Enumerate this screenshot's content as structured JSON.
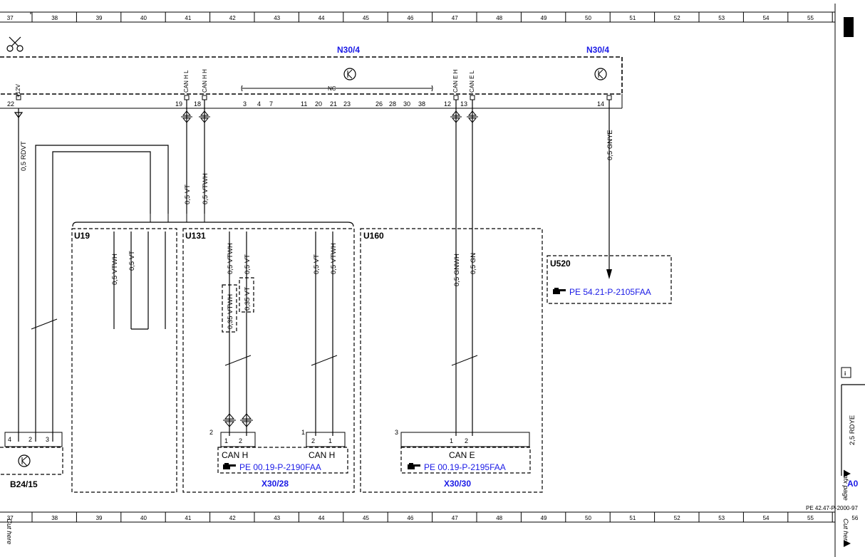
{
  "ruler": {
    "top": [
      "37",
      "38",
      "39",
      "40",
      "41",
      "42",
      "43",
      "44",
      "45",
      "46",
      "47",
      "48",
      "49",
      "50",
      "51",
      "52",
      "53",
      "54",
      "55"
    ],
    "bottom": [
      "37",
      "38",
      "39",
      "40",
      "41",
      "42",
      "43",
      "44",
      "45",
      "46",
      "47",
      "48",
      "49",
      "50",
      "51",
      "52",
      "53",
      "54",
      "55",
      "56"
    ]
  },
  "modules": {
    "n30_left": "N30/4",
    "n30_right": "N30/4"
  },
  "pins_top": {
    "p22": "22",
    "p19": "19",
    "p18": "18",
    "p3": "3",
    "p4": "4",
    "p7": "7",
    "p11": "11",
    "p20": "20",
    "p21": "21",
    "p23": "23",
    "p26": "26",
    "p28": "28",
    "p30": "30",
    "p38": "38",
    "p12": "12",
    "p13": "13",
    "p14": "14"
  },
  "pin_names": {
    "v12": "+12V",
    "can_hl": "CAN H L",
    "can_hh": "CAN H H",
    "can_eh": "CAN E H",
    "can_el": "CAN E L",
    "nc": "NC"
  },
  "wires": {
    "rdvt": "0,5 RDVT",
    "vt_a": "0,5 VT",
    "vtwh_a": "0,5 VTWH",
    "gnye": "0,5 GNYE",
    "u19_vtwh": "0,5 VTWH",
    "u19_vt": "0,5 VT",
    "u131_vtwh": "0,5 VTWH",
    "u131_vt": "0,5 VT",
    "u131_035_vtwh": "0,35 VTWH",
    "u131_035_vt": "0,35 VT",
    "u131_vt2": "0,5 VT",
    "u131_vtwh2": "0,5 VTWH",
    "u160_gnwh": "0,5 GNWH",
    "u160_gn": "0,5 GN",
    "rdye": "2,5 RDYE"
  },
  "boxes": {
    "u19": "U19",
    "u131": "U131",
    "u160": "U160",
    "u520": "U520"
  },
  "refs": {
    "u520_ref": "PE 54.21-P-2105FAA",
    "x3028_ref": "PE 00.19-P-2190FAA",
    "x3030_ref": "PE 00.19-P-2195FAA",
    "page_ref": "PE 42.47-P-2000-97"
  },
  "connectors": {
    "x3028": "X30/28",
    "x3030": "X30/30",
    "b2415": "B24/15",
    "can_h_1": "CAN H",
    "can_h_2": "CAN H",
    "can_e": "CAN E",
    "b_pin4": "4",
    "b_pin2": "2",
    "b_pin3": "3",
    "x28_group2": "2",
    "x28_pin1a": "1",
    "x28_pin2a": "2",
    "x28_group1": "1",
    "x28_pin2b": "2",
    "x28_pin1b": "1",
    "x30_group3": "3",
    "x30_pin1": "1",
    "x30_pin2": "2"
  },
  "side": {
    "a0": "A0",
    "prev_page": "Anfx page",
    "cut_here_left": "Cut here",
    "cut_here_right": "Cut here",
    "info_icon_label": "i"
  }
}
